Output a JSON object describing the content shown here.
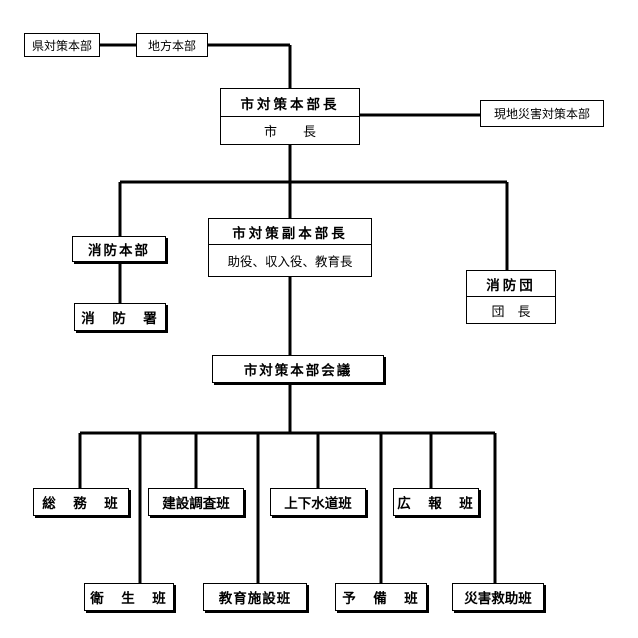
{
  "nodes": {
    "pref_hq": "県対策本部",
    "local_hq": "地方本部",
    "city_hq_chief_title": "市対策本部長",
    "city_hq_chief_holder": "市　　長",
    "onsite_hq": "現地災害対策本部",
    "fire_hq": "消防本部",
    "vice_chief_title": "市対策副本部長",
    "vice_chief_holders": "助役、収入役、教育長",
    "fire_brigade_title": "消防団",
    "fire_brigade_holder": "団　長",
    "fire_station": "消　防　署",
    "council": "市対策本部会議",
    "general_affairs": "総　務　班",
    "construction_survey": "建設調査班",
    "water_sewer": "上下水道班",
    "public_relations": "広　報　班",
    "sanitation": "衛　生　班",
    "education_facilities": "教育施設班",
    "reserve": "予　備　班",
    "disaster_rescue": "災害救助班"
  }
}
